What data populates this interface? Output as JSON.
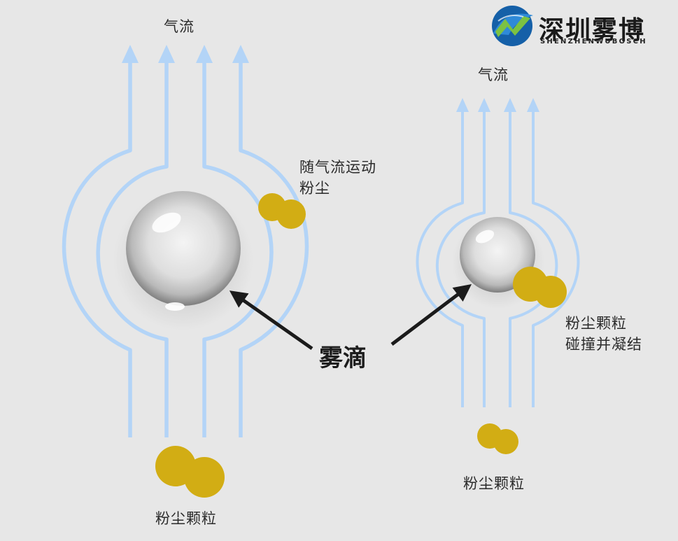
{
  "left_diagram": {
    "airflow_label": "气流",
    "moving_dust_label_line1": "随气流运动",
    "moving_dust_label_line2": "粉尘",
    "dust_label": "粉尘颗粒"
  },
  "right_diagram": {
    "airflow_label": "气流",
    "collision_label_line1": "粉尘颗粒",
    "collision_label_line2": "碰撞并凝结",
    "dust_label": "粉尘颗粒"
  },
  "center_label": "雾滴",
  "logo": {
    "name_cn": "深圳雾博",
    "name_en": "SHENZHENWUBOSCH"
  },
  "colors": {
    "background": "#e7e7e7",
    "airflow": "#b3d4f7",
    "dust": "#d2ad14",
    "arrow": "#1b1b1b"
  }
}
